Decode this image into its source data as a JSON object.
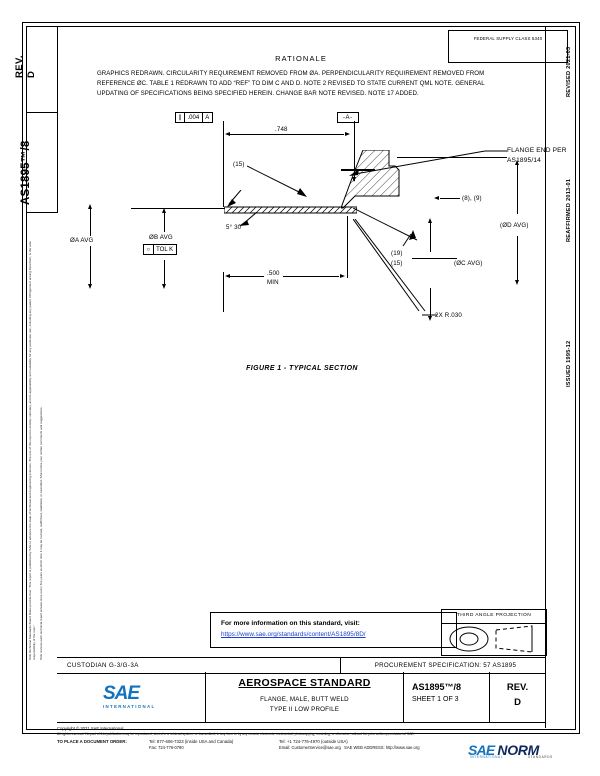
{
  "document": {
    "standard_number": "AS1895™/8",
    "revision_label": "REV.",
    "revision_value": "D",
    "fsc": "FEDERAL SUPPLY CLASS 5340",
    "sheet": "SHEET 1 OF 3"
  },
  "sidebar_left": {
    "rev_label": "REV.",
    "rev_value": "D",
    "standard_number": "AS1895™/8",
    "legal_line1": "SAE Technical Standards Board Rules provide that: “This report is published by SAE to advance the state of technical and engineering sciences. The use of this report is entirely voluntary, and its applicability and suitability for any particular use, including any patent infringement arising therefrom, is the sole responsibility of the user.”",
    "legal_line2": "SAE reviews each technical report at least once every five years at which time it may be revised, reaffirmed, stabilized, or cancelled. SAE invites your written comments and suggestions."
  },
  "sidebar_right": {
    "dates": [
      "REVISED 2021-03",
      "REAFFIRMED 2013-01",
      "ISSUED 1995-12"
    ]
  },
  "rationale": {
    "title": "RATIONALE",
    "text": "GRAPHICS REDRAWN. CIRCULARITY REQUIREMENT REMOVED FROM ØA. PERPENDICULARITY REQUIREMENT REMOVED FROM REFERENCE ØC. TABLE 1 REDRAWN TO ADD “REF” TO DIM C AND D. NOTE 2 REVISED TO STATE CURRENT QML NOTE. GENERAL UPDATING OF SPECIFICATIONS BEING SPECIFIED HEREIN. CHANGE BAR NOTE REVISED. NOTE 17 ADDED."
  },
  "drawing": {
    "figure_caption": "FIGURE 1 - TYPICAL SECTION",
    "gdt_perpendicularity": {
      "symbol": "∥",
      "tolerance": ".004",
      "datum": "A"
    },
    "datum_a": "-A-",
    "labels": {
      "dim_748": ".748",
      "dim_500_min_1": ".500",
      "dim_500_min_2": "MIN",
      "dia_a_avg": "ØA AVG",
      "dia_b_avg": "ØB AVG",
      "tol_symbol": "○",
      "tol_k": "TOL K",
      "angle_5_30": "5° 30′",
      "note_15": "(15)",
      "note_8_9": "(8), (9)",
      "note_19": "(19)",
      "note_15b": "(15)",
      "dia_c_avg": "(ØC AVG)",
      "dia_d_avg": "(ØD AVG)",
      "flange_end_1": "FLANGE END PER",
      "flange_end_2": "AS1895/14",
      "radius": "2X R.030"
    }
  },
  "info_box": {
    "line1": "For more information on this standard, visit:",
    "link": "https://www.sae.org/standards/content/AS1895/8D/"
  },
  "third_angle": {
    "caption": "THIRD ANGLE PROJECTION"
  },
  "custodian": {
    "label": "CUSTODIAN G-3/G-3A",
    "procurement": "PROCUREMENT SPECIFICATION: 57 AS1895"
  },
  "title_block": {
    "logo_word": "SAE",
    "logo_sub": "INTERNATIONAL",
    "heading": "AEROSPACE STANDARD",
    "subtitle_1": "FLANGE, MALE, BUTT WELD",
    "subtitle_2": "TYPE II LOW PROFILE",
    "number": "AS1895™/8",
    "sheet": "SHEET 1 OF 3",
    "rev_label": "REV.",
    "rev_value": "D"
  },
  "footer": {
    "copyright": "Copyright © 2021 SAE International",
    "rights": "All rights reserved. No part of this publication may be reproduced, stored in a retrieval system, or transmitted, in any form or by any means, electronic, mechanical, photocopying, recording, or otherwise, without the prior written permission of SAE.",
    "order_label": "TO PLACE A DOCUMENT ORDER:",
    "tel_usa_label": "Tel:",
    "tel_usa": "877-606-7323 (inside USA and Canada)",
    "tel_intl_label": "Tel:",
    "tel_intl": "+1 724-776-4970 (outside USA)",
    "fax_label": "Fax:",
    "fax": "724-776-0790",
    "email_label": "Email:",
    "email": "CustomerService@sae.org",
    "web_label": "SAE WEB ADDRESS:",
    "web": "http://www.sae.org"
  },
  "watermark": {
    "brand_blue": "SAE",
    "brand_dark": "NORM",
    "sub_left": "INTERNATIONAL",
    "sub_right": "STANDARDS"
  },
  "colors": {
    "link": "#1a3fcc",
    "sae_blue": "#1473bf",
    "sae_dark": "#0e2a5c"
  }
}
